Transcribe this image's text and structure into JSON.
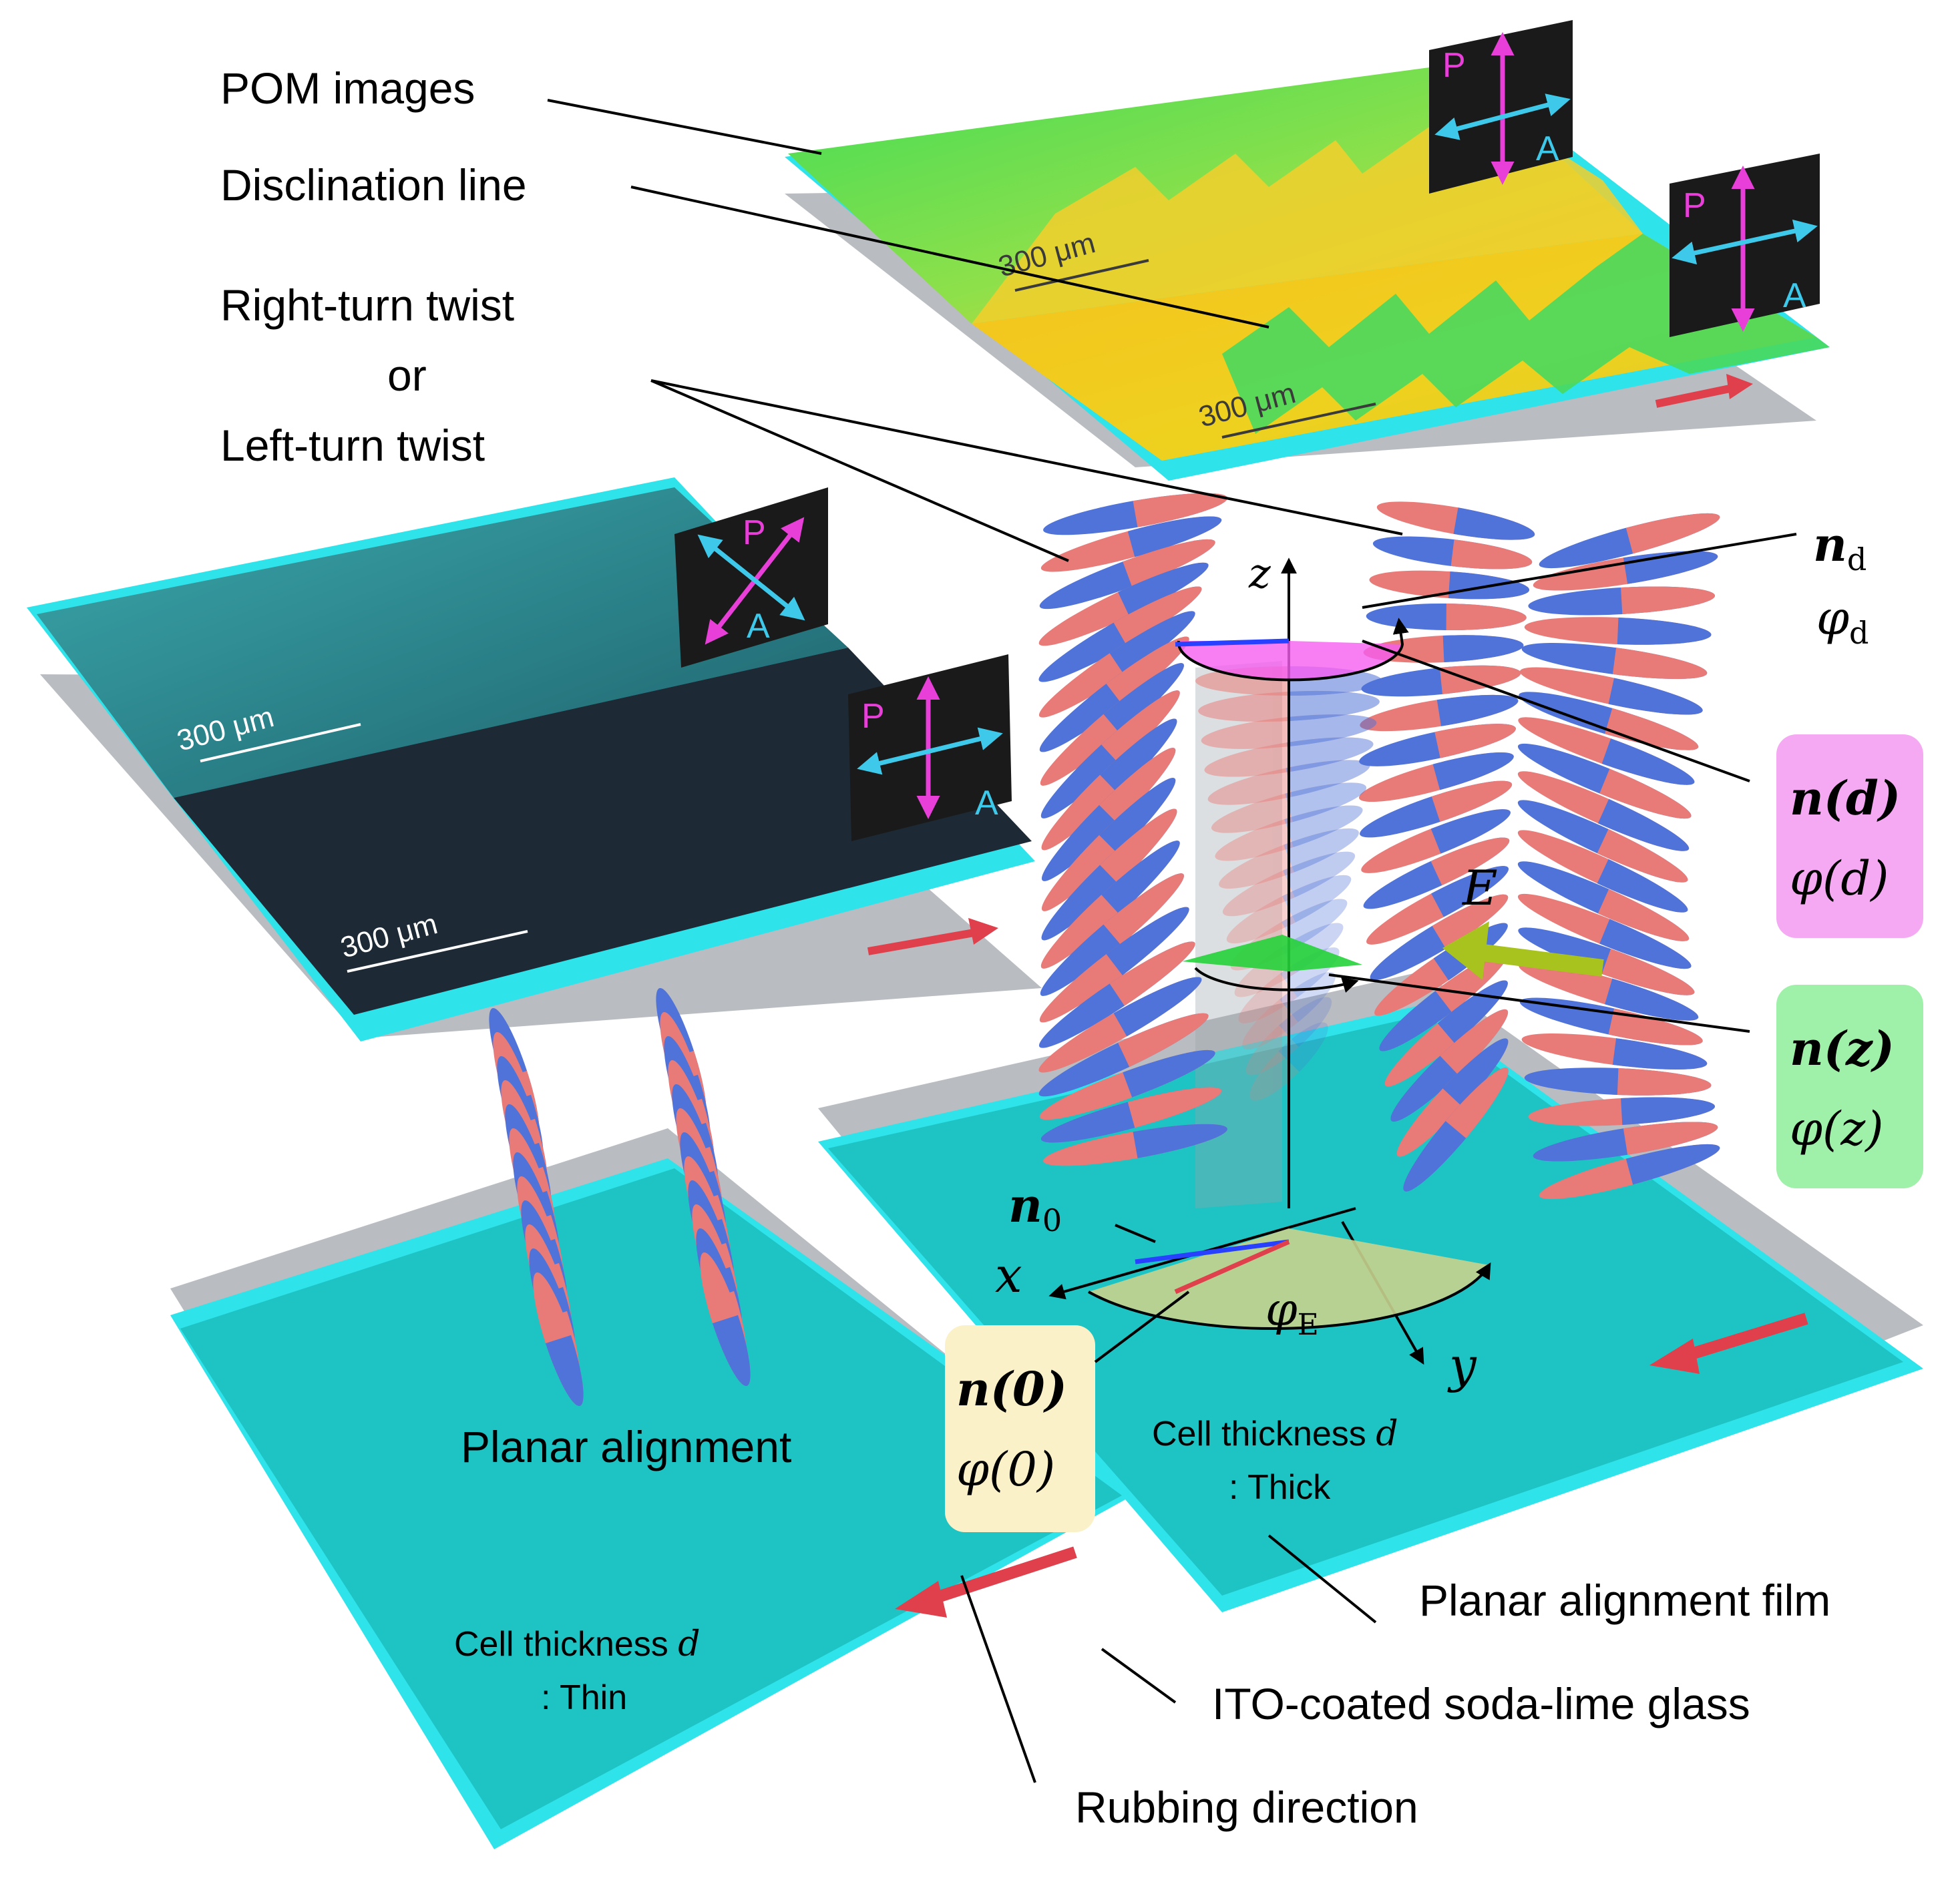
{
  "labels": {
    "pom_images": "POM images",
    "disclination_line": "Disclination line",
    "twist_line1": "Right-turn twist",
    "twist_line2": "or",
    "twist_line3": "Left-turn twist",
    "planar_alignment": "Planar alignment",
    "thick_line1": "Cell thickness",
    "thick_line2": ": Thick",
    "thin_line1": "Cell thickness",
    "thin_line2": ": Thin",
    "planar_alignment_film": "Planar alignment film",
    "ito_glass": "ITO-coated soda-lime glass",
    "rubbing_direction": "Rubbing direction"
  },
  "math": {
    "d": "d",
    "n_d": "n",
    "n_d_sub": "d",
    "phi_d": "φ",
    "phi_d_sub": "d",
    "n_of_d": "n(d)",
    "phi_of_d": "φ(d)",
    "n_of_z": "n(z)",
    "phi_of_z": "φ(z)",
    "n_of_0": "n(0)",
    "phi_of_0": "φ(0)",
    "n_0": "n",
    "n_0_sub": "0",
    "phi_E": "φ",
    "phi_E_sub": "E",
    "E": "E",
    "axis_x": "x",
    "axis_y": "y",
    "axis_z": "z"
  },
  "scale_bars": [
    "300 μm",
    "300 μm",
    "300 μm",
    "300 μm"
  ],
  "polarizer": {
    "p": "P",
    "a": "A"
  },
  "colors": {
    "glass_cyan": "#2fe3ea",
    "cell_teal": "#1ec3c4",
    "film_gray": "#b9bcc1",
    "lc_red": "#e87b78",
    "lc_blue": "#4f73d8",
    "arrow_red": "#e0404c",
    "analyzer_blue": "#3ec8ea",
    "polarizer_magenta": "#e83fd9",
    "box_pink": "#f6a9f3",
    "box_green": "#9ff0a8",
    "box_yellow": "#fbf1c8",
    "field_arrow": "#a8c21e"
  }
}
